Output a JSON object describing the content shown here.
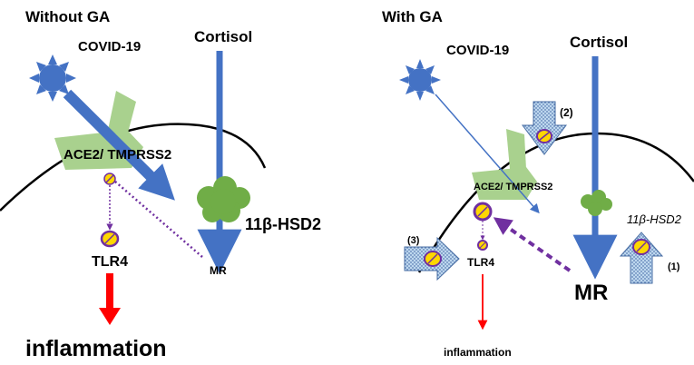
{
  "left_panel": {
    "title": "Without GA",
    "virus": "COVID-19",
    "hormone": "Cortisol",
    "receptor": "ACE2/ TMPRSS2",
    "enzyme": "11β-HSD2",
    "mineralocorticoid": "MR",
    "toll_receptor": "TLR4",
    "outcome": "inflammation"
  },
  "right_panel": {
    "title": "With GA",
    "virus": "COVID-19",
    "hormone": "Cortisol",
    "receptor": "ACE2/ TMPRSS2",
    "enzyme": "11β-HSD2",
    "mineralocorticoid": "MR",
    "toll_receptor": "TLR4",
    "outcome": "inflammation",
    "marker_1": "(1)",
    "marker_2": "(2)",
    "marker_3": "(3)"
  },
  "colors": {
    "arrow_blue": "#4472c4",
    "inhibit_purple": "#7030a0",
    "inflammation_red": "#ff0000",
    "receptor_green": "#a9d18e",
    "enzyme_green": "#70ad47",
    "inhibitor_yellow": "#ffd700",
    "block_arrow_fill": "#bdd7ee"
  }
}
